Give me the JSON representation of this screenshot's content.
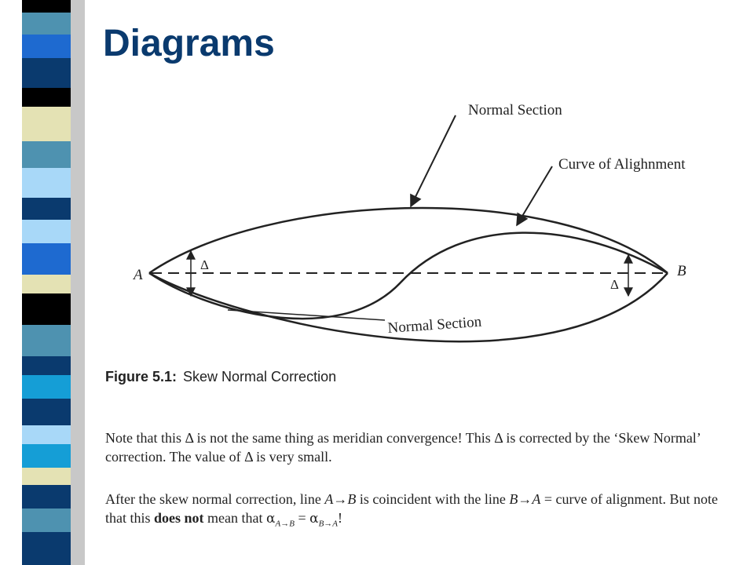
{
  "colors": {
    "title": "#0a3a6e",
    "stripe": [
      "#0a3a6e",
      "#4e92b0",
      "#1e6ad0",
      "#000000",
      "#e4e2b4",
      "#a8d8f8",
      "#159ed6",
      "#0a3a6e"
    ]
  },
  "slide": {
    "title": "Diagrams"
  },
  "diagram": {
    "label_normal_section_top": "Normal Section",
    "label_curve_of_alignment": "Curve of Alighnment",
    "label_normal_section_bottom": "Normal Section",
    "point_a": "A",
    "point_b": "B",
    "delta_left": "Δ",
    "delta_right": "Δ"
  },
  "caption": {
    "number": "Figure 5.1:",
    "text": "Skew Normal Correction"
  },
  "note1": {
    "p1": "Note that this Δ is not the same thing as meridian convergence! This Δ is corrected by the ‘Skew Normal’ correction. The value of Δ is very small."
  },
  "note2": {
    "p1": "After the skew normal correction, line ",
    "line_ab": "A→B",
    "p2": " is coincident with the line ",
    "line_ba": "B→A",
    "p3": " = curve of alignment. But note that this ",
    "bold": "does not",
    "p4": " mean that ",
    "alpha": "α",
    "sub_ab": "A→B",
    "eq": " = ",
    "alpha2": "α",
    "sub_ba": "B→A",
    "end": "!"
  }
}
